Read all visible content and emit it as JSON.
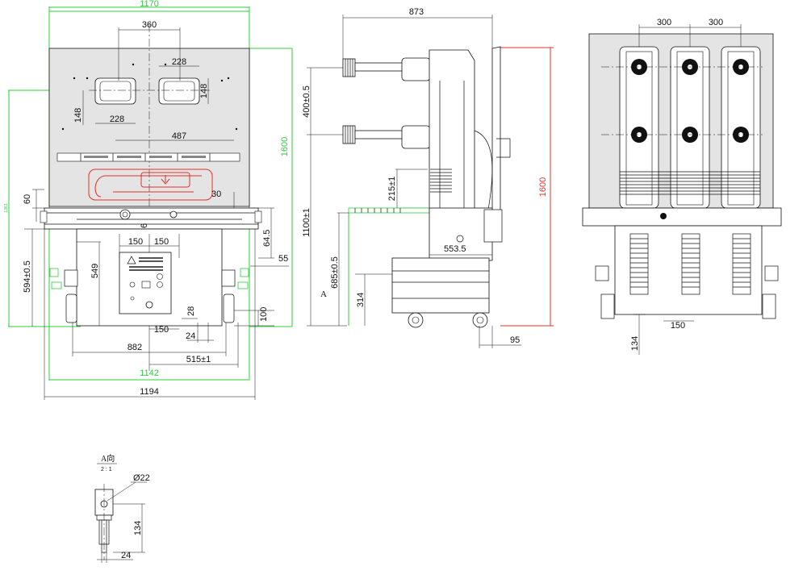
{
  "colors": {
    "dimension_green": "#2ecc3a",
    "dimension_red": "#e0322a",
    "line": "#111111",
    "panel_fill": "#e4e4e4"
  },
  "front_view": {
    "dims": {
      "overall_width_green": "1170",
      "handle_spacing": "360",
      "window_width_right": "228",
      "window_height_right": "148",
      "window_height_left": "148",
      "window_width_left": "228",
      "offset_487": "487",
      "overall_height_green": "1600",
      "left_green_small": "1361",
      "dim_60": "60",
      "dim_30": "30",
      "dim_6": "6",
      "dim_64_5": "64.5",
      "dim_55": "55",
      "dim_150_left": "150",
      "dim_150_right": "150",
      "dim_594": "594±0.5",
      "dim_549": "549",
      "dim_28": "28",
      "dim_150_bottom": "150",
      "dim_24": "24",
      "dim_100": "100",
      "dim_882": "882",
      "dim_515": "515±1",
      "dim_1142": "1142",
      "dim_1194": "1194"
    }
  },
  "side_view": {
    "dims": {
      "depth_873": "873",
      "dim_400": "400±0.5",
      "dim_215": "215±1",
      "height_red": "1600",
      "dim_1100": "1100±1",
      "dim_553": "553.5",
      "dim_685": "685±0.5",
      "dim_314": "314",
      "dim_95": "95",
      "view_marker": "A"
    }
  },
  "rear_view": {
    "dims": {
      "pitch_left": "300",
      "pitch_right": "300",
      "dim_134": "134",
      "dim_150": "150"
    }
  },
  "detail_view": {
    "title": "A向",
    "scale": "2 : 1",
    "dims": {
      "diameter": "Ø22",
      "height_134": "134",
      "width_24": "24"
    }
  }
}
